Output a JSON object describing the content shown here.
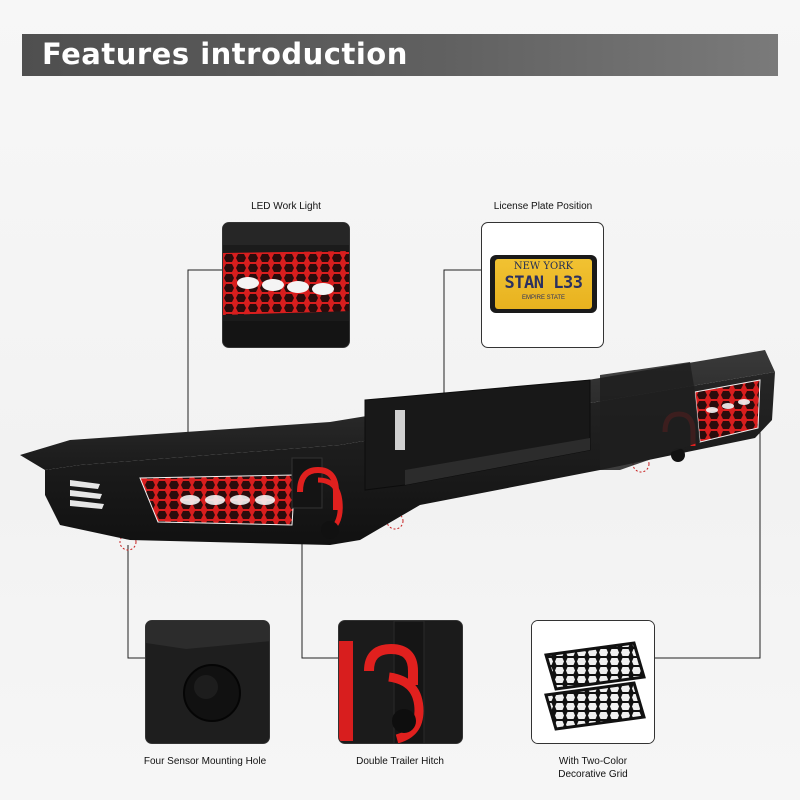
{
  "header": {
    "title": "Features introduction"
  },
  "features": {
    "led_work_light": "LED Work Light",
    "license_plate_position": "License Plate Position",
    "sensor_mounting_hole": "Four Sensor Mounting Hole",
    "double_trailer_hitch": "Double Trailer Hitch",
    "decorative_grid_line1": "With Two-Color",
    "decorative_grid_line2": "Decorative Grid"
  },
  "plate": {
    "state": "NEW YORK",
    "number": "STAN L33",
    "slogan": "EMPIRE STATE"
  },
  "colors": {
    "accent_red": "#e02020",
    "bumper_black": "#1c1c1c",
    "title_bar": "#555555"
  }
}
